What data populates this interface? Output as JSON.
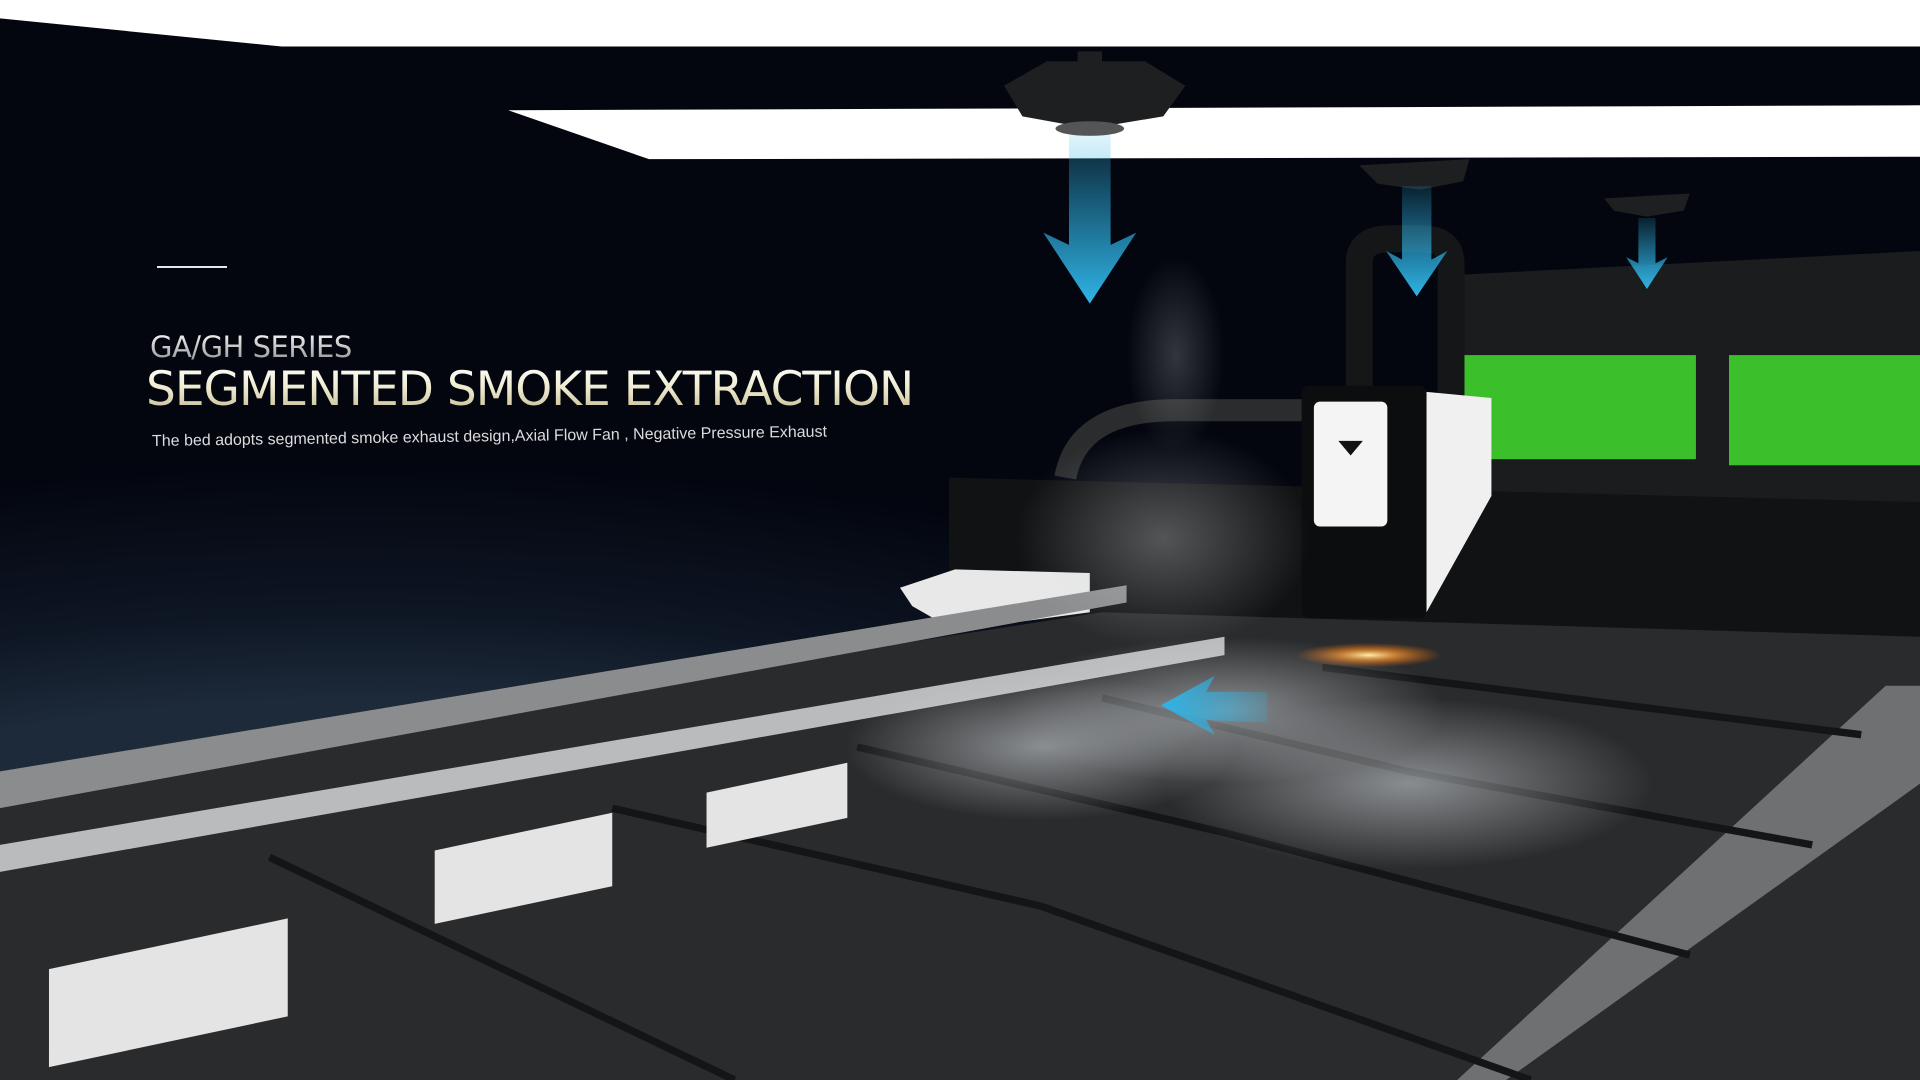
{
  "hero": {
    "series": "GA/GH SERIES",
    "title": "SEGMENTED SMOKE EXTRACTION",
    "subtitle": "The bed adopts segmented smoke exhaust design,Axial Flow Fan , Negative Pressure Exhaust"
  },
  "colors": {
    "arrow": "#2fb4e6",
    "window_green": "#3bbf2a",
    "background": "#03060f"
  }
}
